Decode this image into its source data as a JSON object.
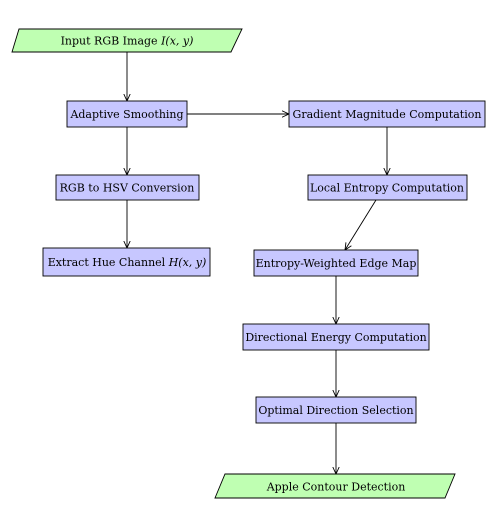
{
  "colors": {
    "process_fill": "#c7c7ff",
    "io_fill": "#bfffb2",
    "stroke": "#000000",
    "background": "#ffffff"
  },
  "nodes": {
    "input": {
      "label": "Input RGB Image ",
      "math": "I(x, y)"
    },
    "smoothing": {
      "label": "Adaptive Smoothing"
    },
    "hsv": {
      "label": "RGB to HSV Conversion"
    },
    "hue": {
      "label": "Extract Hue Channel ",
      "math": "H(x, y)"
    },
    "gradient": {
      "label": "Gradient Magnitude Computation"
    },
    "entropy": {
      "label": "Local Entropy Computation"
    },
    "edge_map": {
      "label": "Entropy-Weighted Edge Map"
    },
    "directional": {
      "label": "Directional Energy Computation"
    },
    "optimal": {
      "label": "Optimal Direction Selection"
    },
    "output": {
      "label": "Apple Contour Detection"
    }
  }
}
